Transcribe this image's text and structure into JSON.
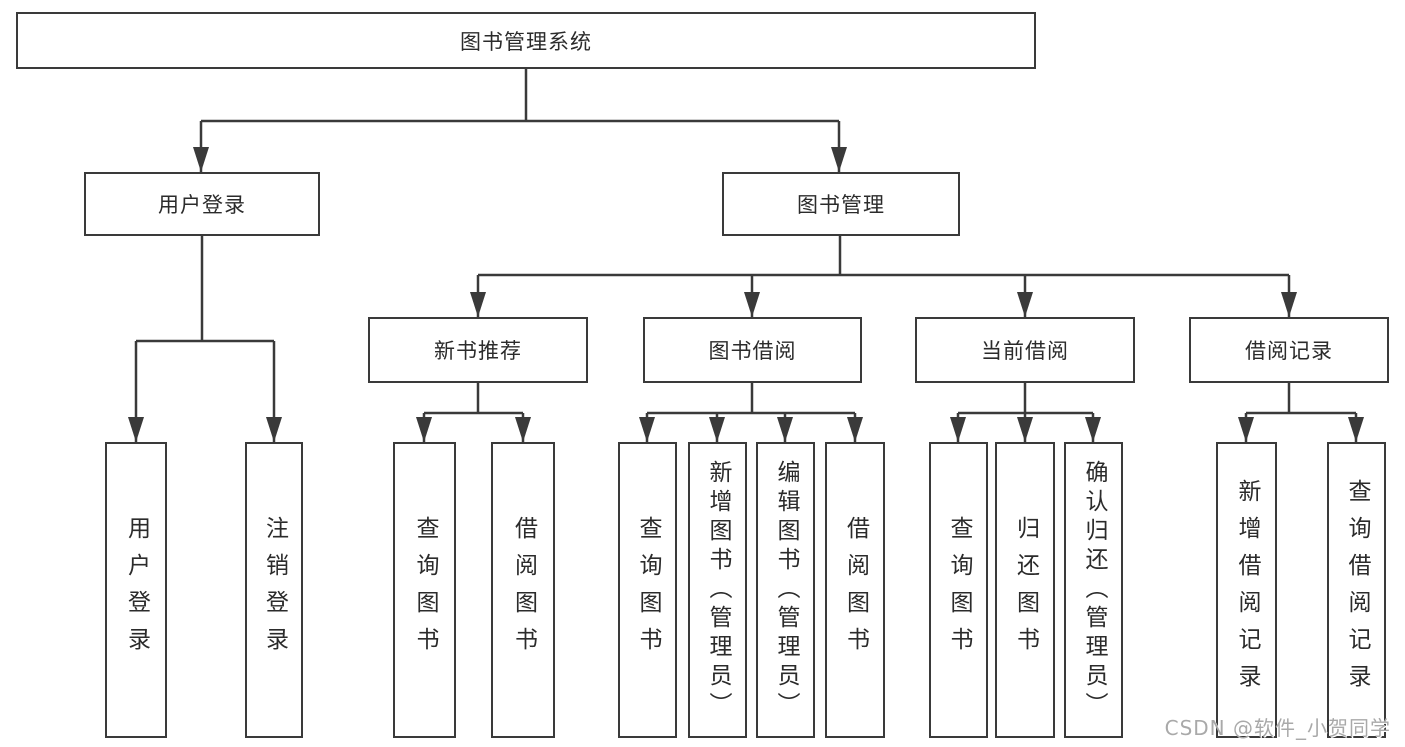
{
  "tree": {
    "root": "图书管理系统",
    "branches": [
      {
        "label": "用户登录",
        "children": [
          "用户登录",
          "注销登录"
        ]
      },
      {
        "label": "图书管理",
        "children": [
          {
            "label": "新书推荐",
            "children": [
              "查询图书",
              "借阅图书"
            ]
          },
          {
            "label": "图书借阅",
            "children": [
              "查询图书",
              "新增图书（管理员）",
              "编辑图书（管理员）",
              "借阅图书"
            ]
          },
          {
            "label": "当前借阅",
            "children": [
              "查询图书",
              "归还图书",
              "确认归还（管理员）"
            ]
          },
          {
            "label": "借阅记录",
            "children": [
              "新增借阅记录",
              "查询借阅记录"
            ]
          }
        ]
      }
    ]
  },
  "watermark": {
    "text": "CSDN @软件_小贺同学"
  },
  "colors": {
    "line": "#3a3a3a",
    "text": "#2b2b2b",
    "background": "#ffffff",
    "watermark": "#a9a9a9"
  }
}
